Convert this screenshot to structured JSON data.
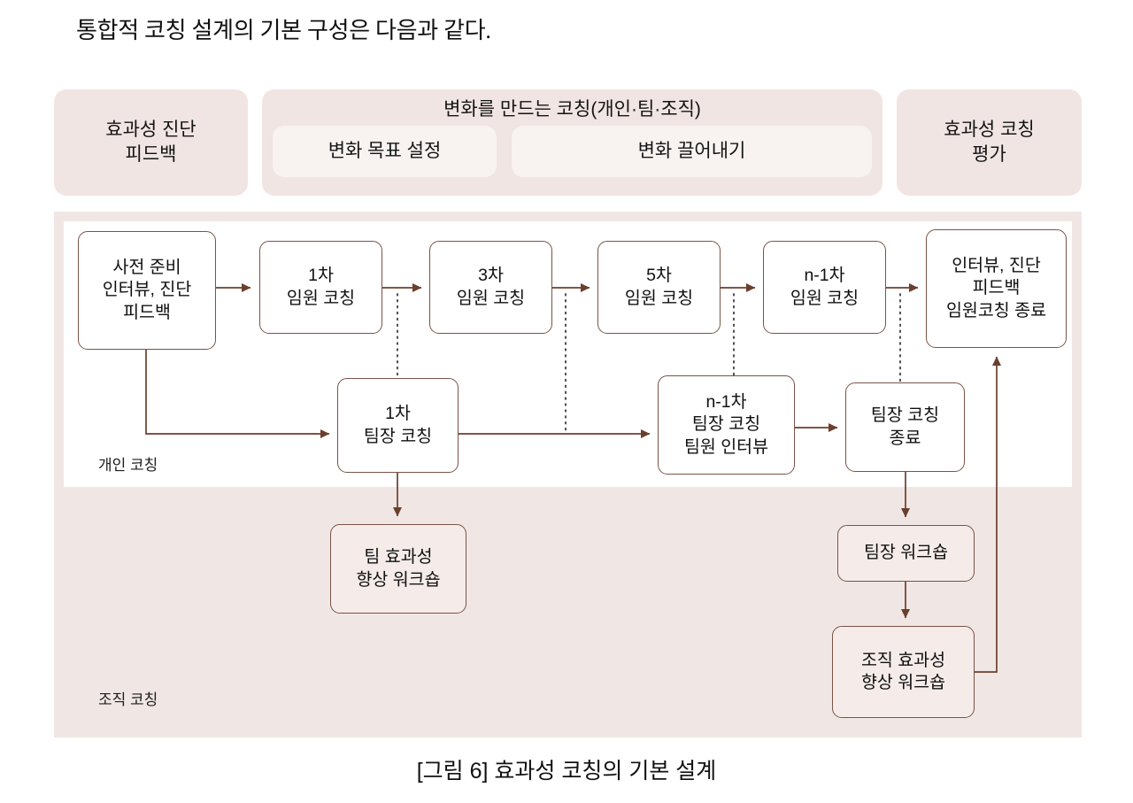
{
  "intro": "통합적 코칭 설계의 기본 구성은 다음과 같다.",
  "header_band": {
    "left": "효과성 진단\n피드백",
    "left_line1": "효과성 진단",
    "left_line2": "피드백",
    "center_title": "변화를 만드는 코칭(개인·팀·조직)",
    "center_subs": [
      {
        "label": "변화 목표 설정"
      },
      {
        "label": "변화 끌어내기"
      }
    ],
    "right_line1": "효과성 코칭",
    "right_line2": "평가"
  },
  "zones": {
    "individual_label": "개인 코칭",
    "org_label": "조직 코칭"
  },
  "nodes": {
    "prep": {
      "lines": [
        "사전 준비",
        "인터뷰, 진단",
        "피드백"
      ]
    },
    "exec1": {
      "lines": [
        "1차",
        "임원 코칭"
      ]
    },
    "exec3": {
      "lines": [
        "3차",
        "임원 코칭"
      ]
    },
    "exec5": {
      "lines": [
        "5차",
        "임원 코칭"
      ]
    },
    "execn": {
      "lines": [
        "n-1차",
        "임원 코칭"
      ]
    },
    "final": {
      "lines": [
        "인터뷰, 진단",
        "피드백",
        "임원코칭 종료"
      ]
    },
    "lead1": {
      "lines": [
        "1차",
        "팀장 코칭"
      ]
    },
    "leadn": {
      "lines": [
        "n-1차",
        "팀장 코칭",
        "팀원 인터뷰"
      ]
    },
    "leadend": {
      "lines": [
        "팀장 코칭",
        "종료"
      ]
    },
    "teamws": {
      "lines": [
        "팀 효과성",
        "향상 워크숍"
      ]
    },
    "leaderws": {
      "lines": [
        "팀장 워크숍"
      ]
    },
    "orgws": {
      "lines": [
        "조직 효과성",
        "향상 워크숍"
      ]
    }
  },
  "caption": "[그림 6] 효과성 코칭의 기본 설계",
  "colors": {
    "band_pill": "#f0e5e2",
    "band_sub": "#f8f2f0",
    "frame_pink": "#f0e7e4",
    "node_border": "#7a5347",
    "arrow_fill": "#6b3f2e",
    "white": "#ffffff"
  }
}
